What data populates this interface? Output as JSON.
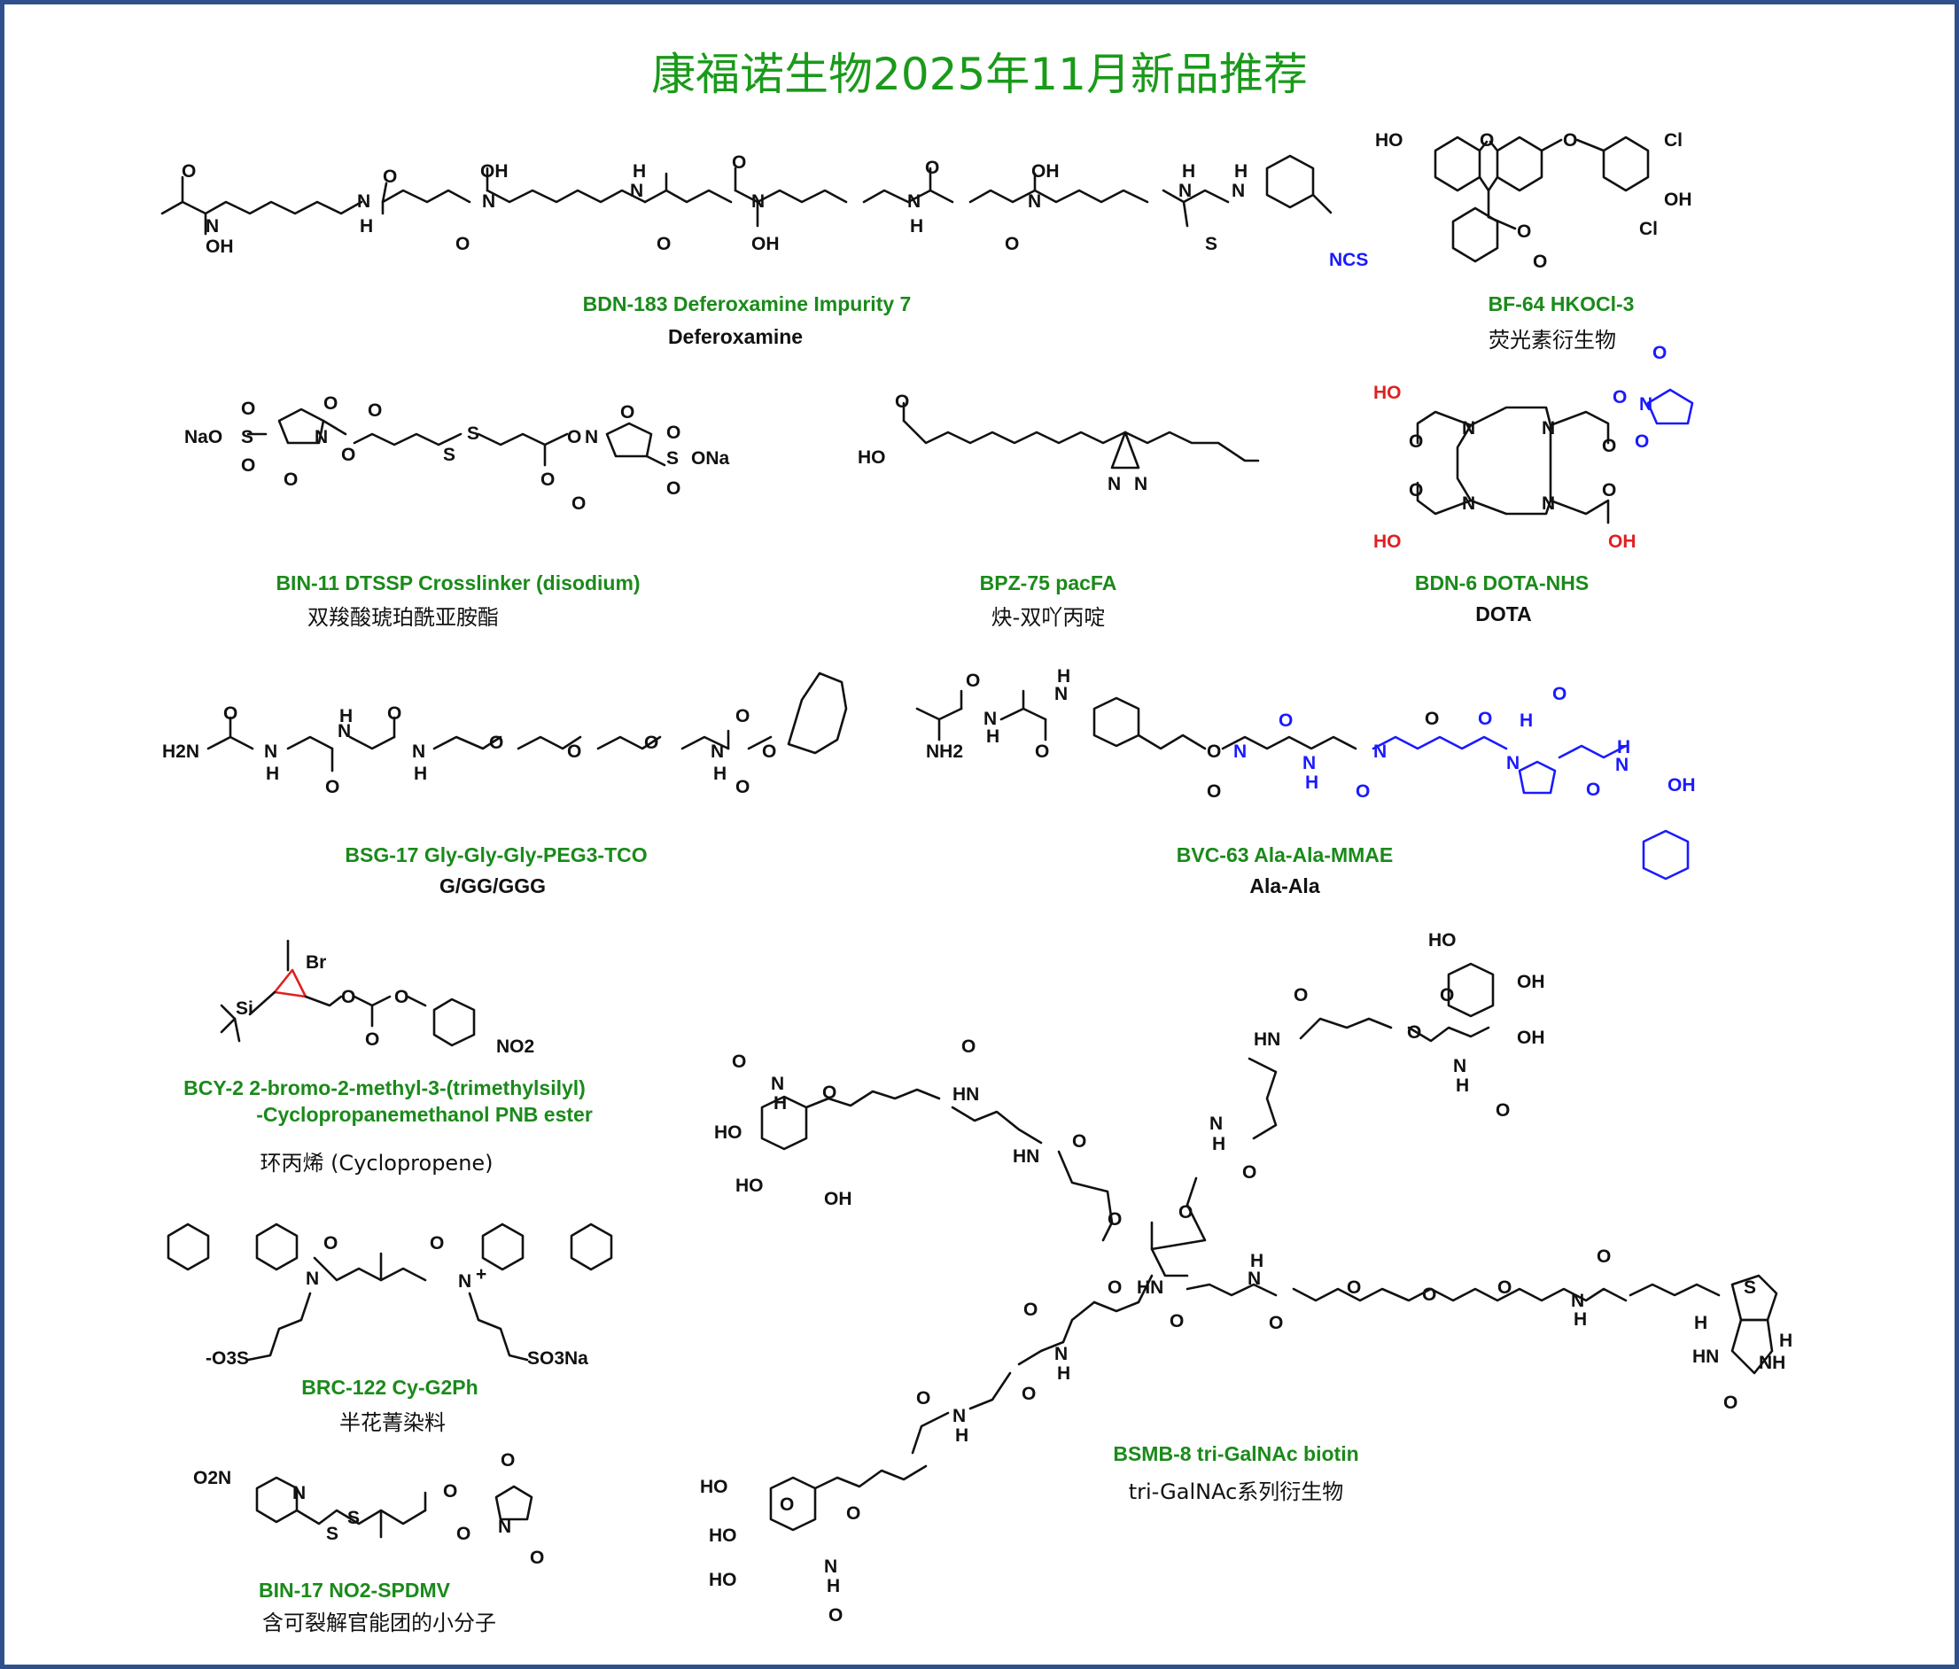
{
  "title": "康福诺生物2025年11月新品推荐",
  "colors": {
    "title": "#1a9a1a",
    "code": "#1a8a1a",
    "frame": "#2f4f8f",
    "highlight_blue": "#1a1aff",
    "highlight_red": "#e02020"
  },
  "products": [
    {
      "code": "BDN-183 Deferoxamine Impurity 7",
      "subtitle": "Deferoxamine"
    },
    {
      "code": "BF-64 HKOCl-3",
      "subtitle": "荧光素衍生物"
    },
    {
      "code": "BIN-11 DTSSP Crosslinker (disodium)",
      "subtitle": "双羧酸琥珀酰亚胺酯"
    },
    {
      "code": "BPZ-75 pacFA",
      "subtitle": "炔-双吖丙啶"
    },
    {
      "code": "BDN-6 DOTA-NHS",
      "subtitle": "DOTA"
    },
    {
      "code": "BSG-17 Gly-Gly-Gly-PEG3-TCO",
      "subtitle": "G/GG/GGG"
    },
    {
      "code": "BVC-63 Ala-Ala-MMAE",
      "subtitle": "Ala-Ala"
    },
    {
      "code": "BCY-2  2-bromo-2-methyl-3-(trimethylsilyl)",
      "code2": "-Cyclopropanemethanol PNB ester",
      "subtitle": "环丙烯 (Cyclopropene)"
    },
    {
      "code": "BRC-122 Cy-G2Ph",
      "subtitle": "半花菁染料"
    },
    {
      "code": "BSMB-8  tri-GalNAc biotin",
      "subtitle": "tri-GalNAc系列衍生物"
    },
    {
      "code": "BIN-17 NO2-SPDMV",
      "subtitle": "含可裂解官能团的小分子"
    }
  ],
  "atom_labels": {
    "bdn183": [
      "O",
      "N",
      "OH",
      "N",
      "H",
      "O",
      "O",
      "N",
      "OH",
      "N",
      "H",
      "O",
      "O",
      "N",
      "OH",
      "N",
      "H",
      "O",
      "O",
      "N",
      "OH",
      "N",
      "H",
      "N",
      "H",
      "S",
      "NCS"
    ],
    "bf64": [
      "HO",
      "O",
      "O",
      "Cl",
      "OH",
      "Cl",
      "O",
      "O"
    ],
    "bin11": [
      "NaO",
      "S",
      "O",
      "O",
      "O",
      "N",
      "O",
      "O",
      "S",
      "S",
      "O",
      "O",
      "N",
      "O",
      "O",
      "S",
      "ONa",
      "O",
      "O"
    ],
    "bpz75": [
      "O",
      "HO",
      "N",
      "N"
    ],
    "bdn6": [
      "HO",
      "O",
      "N",
      "N",
      "O",
      "O",
      "N",
      "O",
      "O",
      "N",
      "N",
      "HO",
      "O",
      "O",
      "OH"
    ],
    "bsg17": [
      "H2N",
      "O",
      "N",
      "H",
      "O",
      "N",
      "H",
      "O",
      "N",
      "H",
      "O",
      "O",
      "O",
      "N",
      "H",
      "O",
      "O"
    ],
    "bvc63": [
      "O",
      "N",
      "H",
      "NH2",
      "N",
      "H",
      "O",
      "O",
      "O",
      "N",
      "O",
      "N",
      "H",
      "O",
      "N",
      "O",
      "O",
      "N",
      "H",
      "O",
      "OH"
    ],
    "bcy2": [
      "Br",
      "Si",
      "O",
      "O",
      "O",
      "NO2"
    ],
    "brc122": [
      "O",
      "N",
      "O",
      "N",
      "+",
      "-O3S",
      "SO3Na"
    ],
    "bin17": [
      "O2N",
      "N",
      "S",
      "S",
      "O",
      "O",
      "O",
      "N",
      "O"
    ],
    "bsmb8": [
      "HO",
      "OH",
      "O",
      "OH",
      "N",
      "H",
      "O",
      "O",
      "HN",
      "N",
      "H",
      "O",
      "O",
      "N",
      "H",
      "O",
      "HO",
      "O",
      "HO",
      "OH",
      "HN",
      "O",
      "O",
      "O",
      "N",
      "H",
      "O",
      "O",
      "O",
      "O",
      "N",
      "H",
      "O",
      "S",
      "H",
      "H",
      "HN",
      "NH",
      "O",
      "O",
      "N",
      "H",
      "O",
      "N",
      "H",
      "HO",
      "O",
      "O",
      "HO",
      "HO",
      "N",
      "H",
      "O"
    ]
  }
}
